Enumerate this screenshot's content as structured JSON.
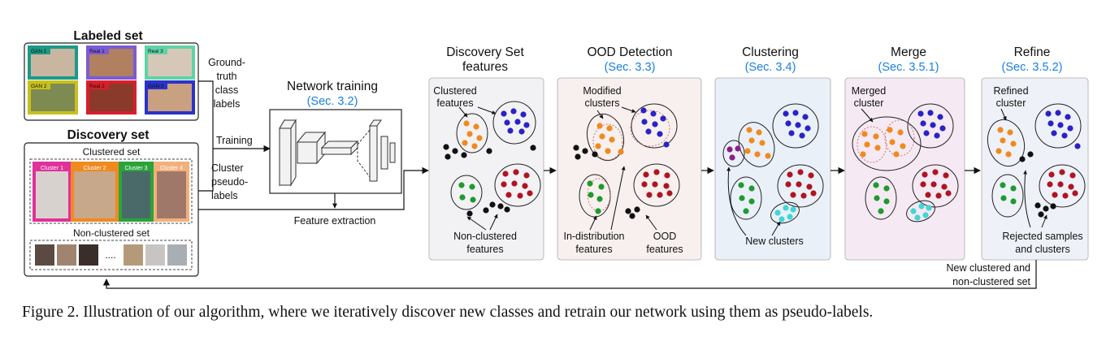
{
  "labeled_set": {
    "title": "Labeled set",
    "tiles": [
      {
        "label": "GAN 1",
        "color": "#1c9a86"
      },
      {
        "label": "Real 1",
        "color": "#7c5bd6"
      },
      {
        "label": "Real 3",
        "color": "#5fd3a6"
      },
      {
        "label": "GAN 2",
        "color": "#c8c01d"
      },
      {
        "label": "Real 2",
        "color": "#d81f2c"
      },
      {
        "label": "GAN 3",
        "color": "#2a33c9"
      }
    ]
  },
  "discovery_set": {
    "title": "Discovery set",
    "clustered_title": "Clustered set",
    "clusters": [
      {
        "label": "Cluster 1",
        "color": "#e0319b"
      },
      {
        "label": "Cluster 2",
        "color": "#f08a1f"
      },
      {
        "label": "Cluster 3",
        "color": "#2aa43a"
      },
      {
        "label": "Cluster 4",
        "color": "#f2b07a"
      }
    ],
    "non_clustered_title": "Non-clustered set",
    "ellipsis": "...."
  },
  "edge_labels": {
    "ground_truth": [
      "Ground-",
      "truth",
      "class",
      "labels"
    ],
    "training": "Training",
    "cluster_pseudo": [
      "Cluster",
      "pseudo-",
      "labels"
    ],
    "feature_extraction": "Feature extraction",
    "loop_back": [
      "New clustered and",
      "non-clustered set"
    ]
  },
  "network": {
    "title": "Network training",
    "sec": "(Sec. 3.2)"
  },
  "stages": [
    {
      "title": [
        "Discovery Set",
        "features"
      ],
      "sec": "",
      "notes": [
        "Clustered",
        "features",
        "Non-clustered",
        "features"
      ]
    },
    {
      "title": [
        "OOD Detection"
      ],
      "sec": "(Sec. 3.3)",
      "notes": [
        "Modified",
        "clusters",
        "In-distribution",
        "features",
        "OOD",
        "features"
      ]
    },
    {
      "title": [
        "Clustering"
      ],
      "sec": "(Sec. 3.4)",
      "notes": [
        "New clusters"
      ]
    },
    {
      "title": [
        "Merge"
      ],
      "sec": "(Sec. 3.5.1)",
      "notes": [
        "Merged",
        "cluster"
      ]
    },
    {
      "title": [
        "Refine"
      ],
      "sec": "(Sec. 3.5.2)",
      "notes": [
        "Refined",
        "cluster",
        "Rejected samples",
        "and clusters"
      ]
    }
  ],
  "colors": {
    "orange": "#f08a1f",
    "blue": "#2a22c8",
    "green": "#1f9a2e",
    "red": "#b01421",
    "cyan": "#3fd6d6",
    "purple": "#8a1f8a",
    "black": "#111111",
    "stage_bg": [
      "#f2f2f4",
      "#f7f0ee",
      "#eaf0f8",
      "#f5eaf3",
      "#eef2f8"
    ],
    "sec_blue": "#1a7fe0"
  },
  "caption": "Figure 2. Illustration of our algorithm, where we iteratively discover new classes and retrain our network using them as pseudo-labels."
}
